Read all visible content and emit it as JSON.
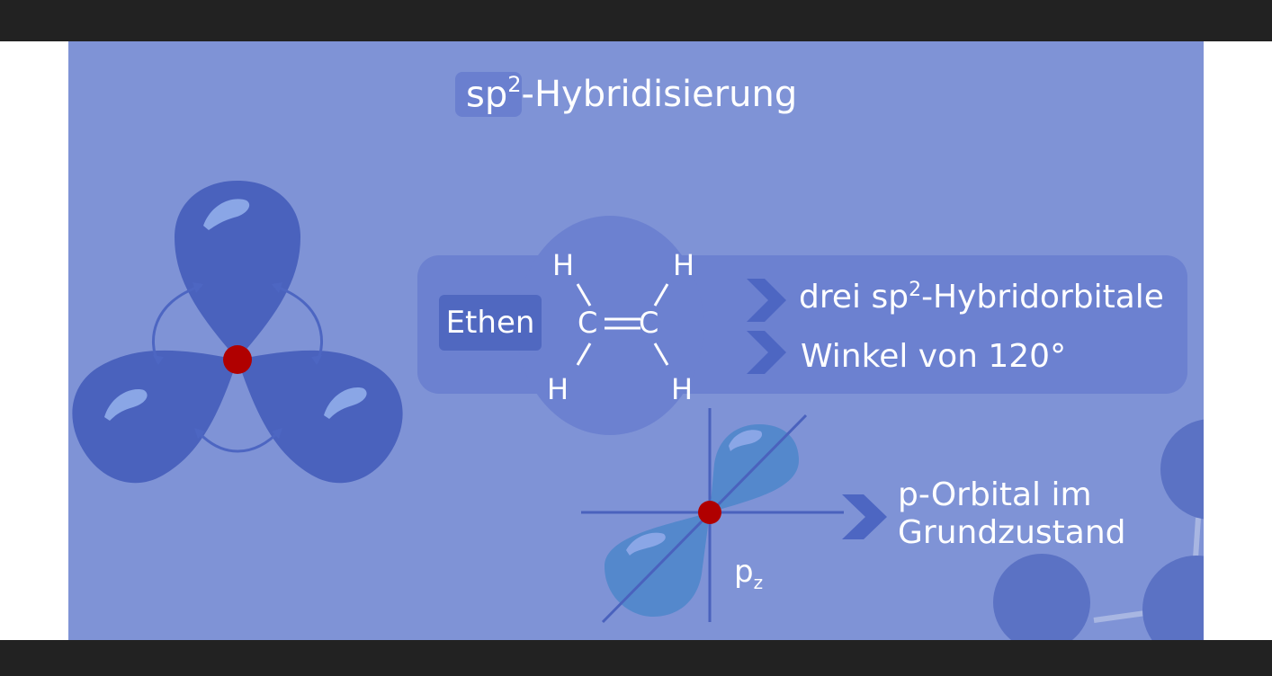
{
  "title": {
    "prefix": "sp",
    "superscript": "2",
    "suffix": "-Hybridisierung"
  },
  "molecule": {
    "name": "Ethen",
    "carbon_left": "C",
    "carbon_right": "C",
    "hydrogen": "H"
  },
  "bullets": [
    {
      "pre": "drei sp",
      "sup": "2",
      "post": "-Hybridorbitale"
    },
    {
      "text": "Winkel von 120°"
    }
  ],
  "p_orbital": {
    "line1": "p-Orbital im",
    "line2": "Grundzustand",
    "label_base": "p",
    "label_sub": "z"
  },
  "colors": {
    "background": "#7f93d6",
    "lobe": "#4a62bd",
    "lobe_highlight": "#8aa6e6",
    "nucleus": "#b00000",
    "p_lobe": "#5488cc",
    "panel": "#6c81d0",
    "arrow": "#4d66c2"
  },
  "icons": [
    "double-chevron-arrow-icon",
    "nucleus-dot-icon"
  ]
}
